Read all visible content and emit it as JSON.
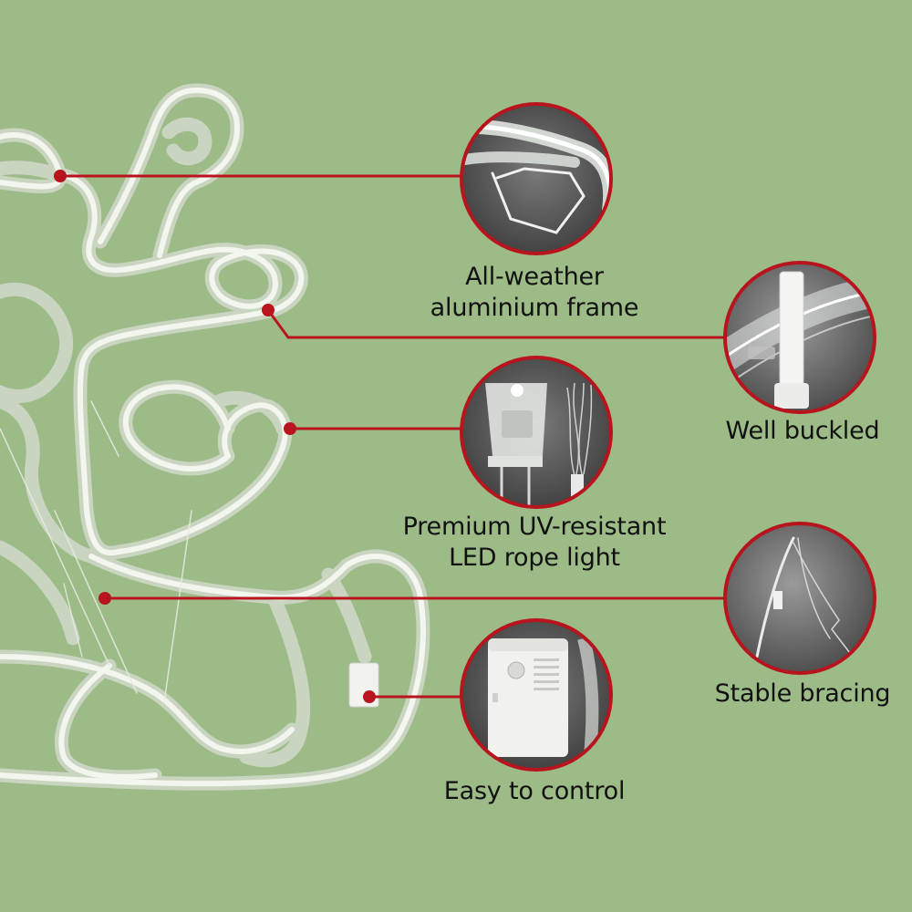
{
  "features": {
    "frame": {
      "line1": "All-weather",
      "line2": "aluminium frame"
    },
    "buckled": {
      "line1": "Well buckled"
    },
    "led": {
      "line1": "Premium UV-resistant",
      "line2": "LED rope light"
    },
    "bracing": {
      "line1": "Stable bracing"
    },
    "control": {
      "line1": "Easy to control"
    }
  },
  "colors": {
    "background": "#9dbb87",
    "callout_red": "#b8141e",
    "circle_fill": "#5a5a5a",
    "rope": "#eef3ea"
  },
  "icons": [
    "reindeer-rope-light-sculpture",
    "frame-closeup",
    "buckle-closeup",
    "led-bulb-closeup",
    "bracing-closeup",
    "controller-closeup"
  ]
}
